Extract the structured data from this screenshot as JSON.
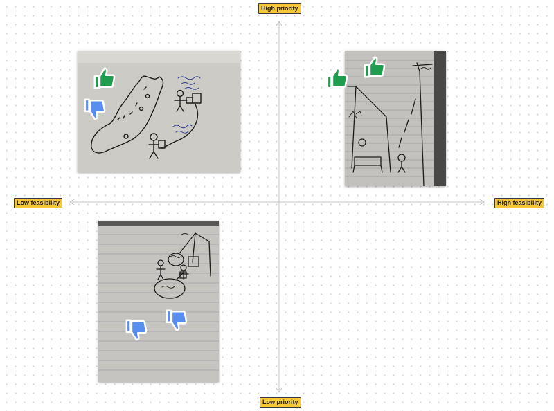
{
  "axes": {
    "top_label": "High priority",
    "bottom_label": "Low priority",
    "left_label": "Low feasibility",
    "right_label": "High feasibility"
  },
  "colors": {
    "label_bg": "#f6c736",
    "thumbs_up": "#1f9d4f",
    "thumbs_down": "#5a8df0",
    "axis": "#c4c4c4"
  },
  "sketches": [
    {
      "name": "map-journey-sketch",
      "quadrant": "top-left",
      "votes_up": 1,
      "votes_down": 1
    },
    {
      "name": "home-to-shop-sketch",
      "quadrant": "top-right",
      "votes_up": 2,
      "votes_down": 0
    },
    {
      "name": "phone-scenario-sketch",
      "quadrant": "bottom-left",
      "votes_up": 0,
      "votes_down": 2
    }
  ],
  "icons": {
    "up": "thumbs-up-icon",
    "down": "thumbs-down-icon"
  }
}
